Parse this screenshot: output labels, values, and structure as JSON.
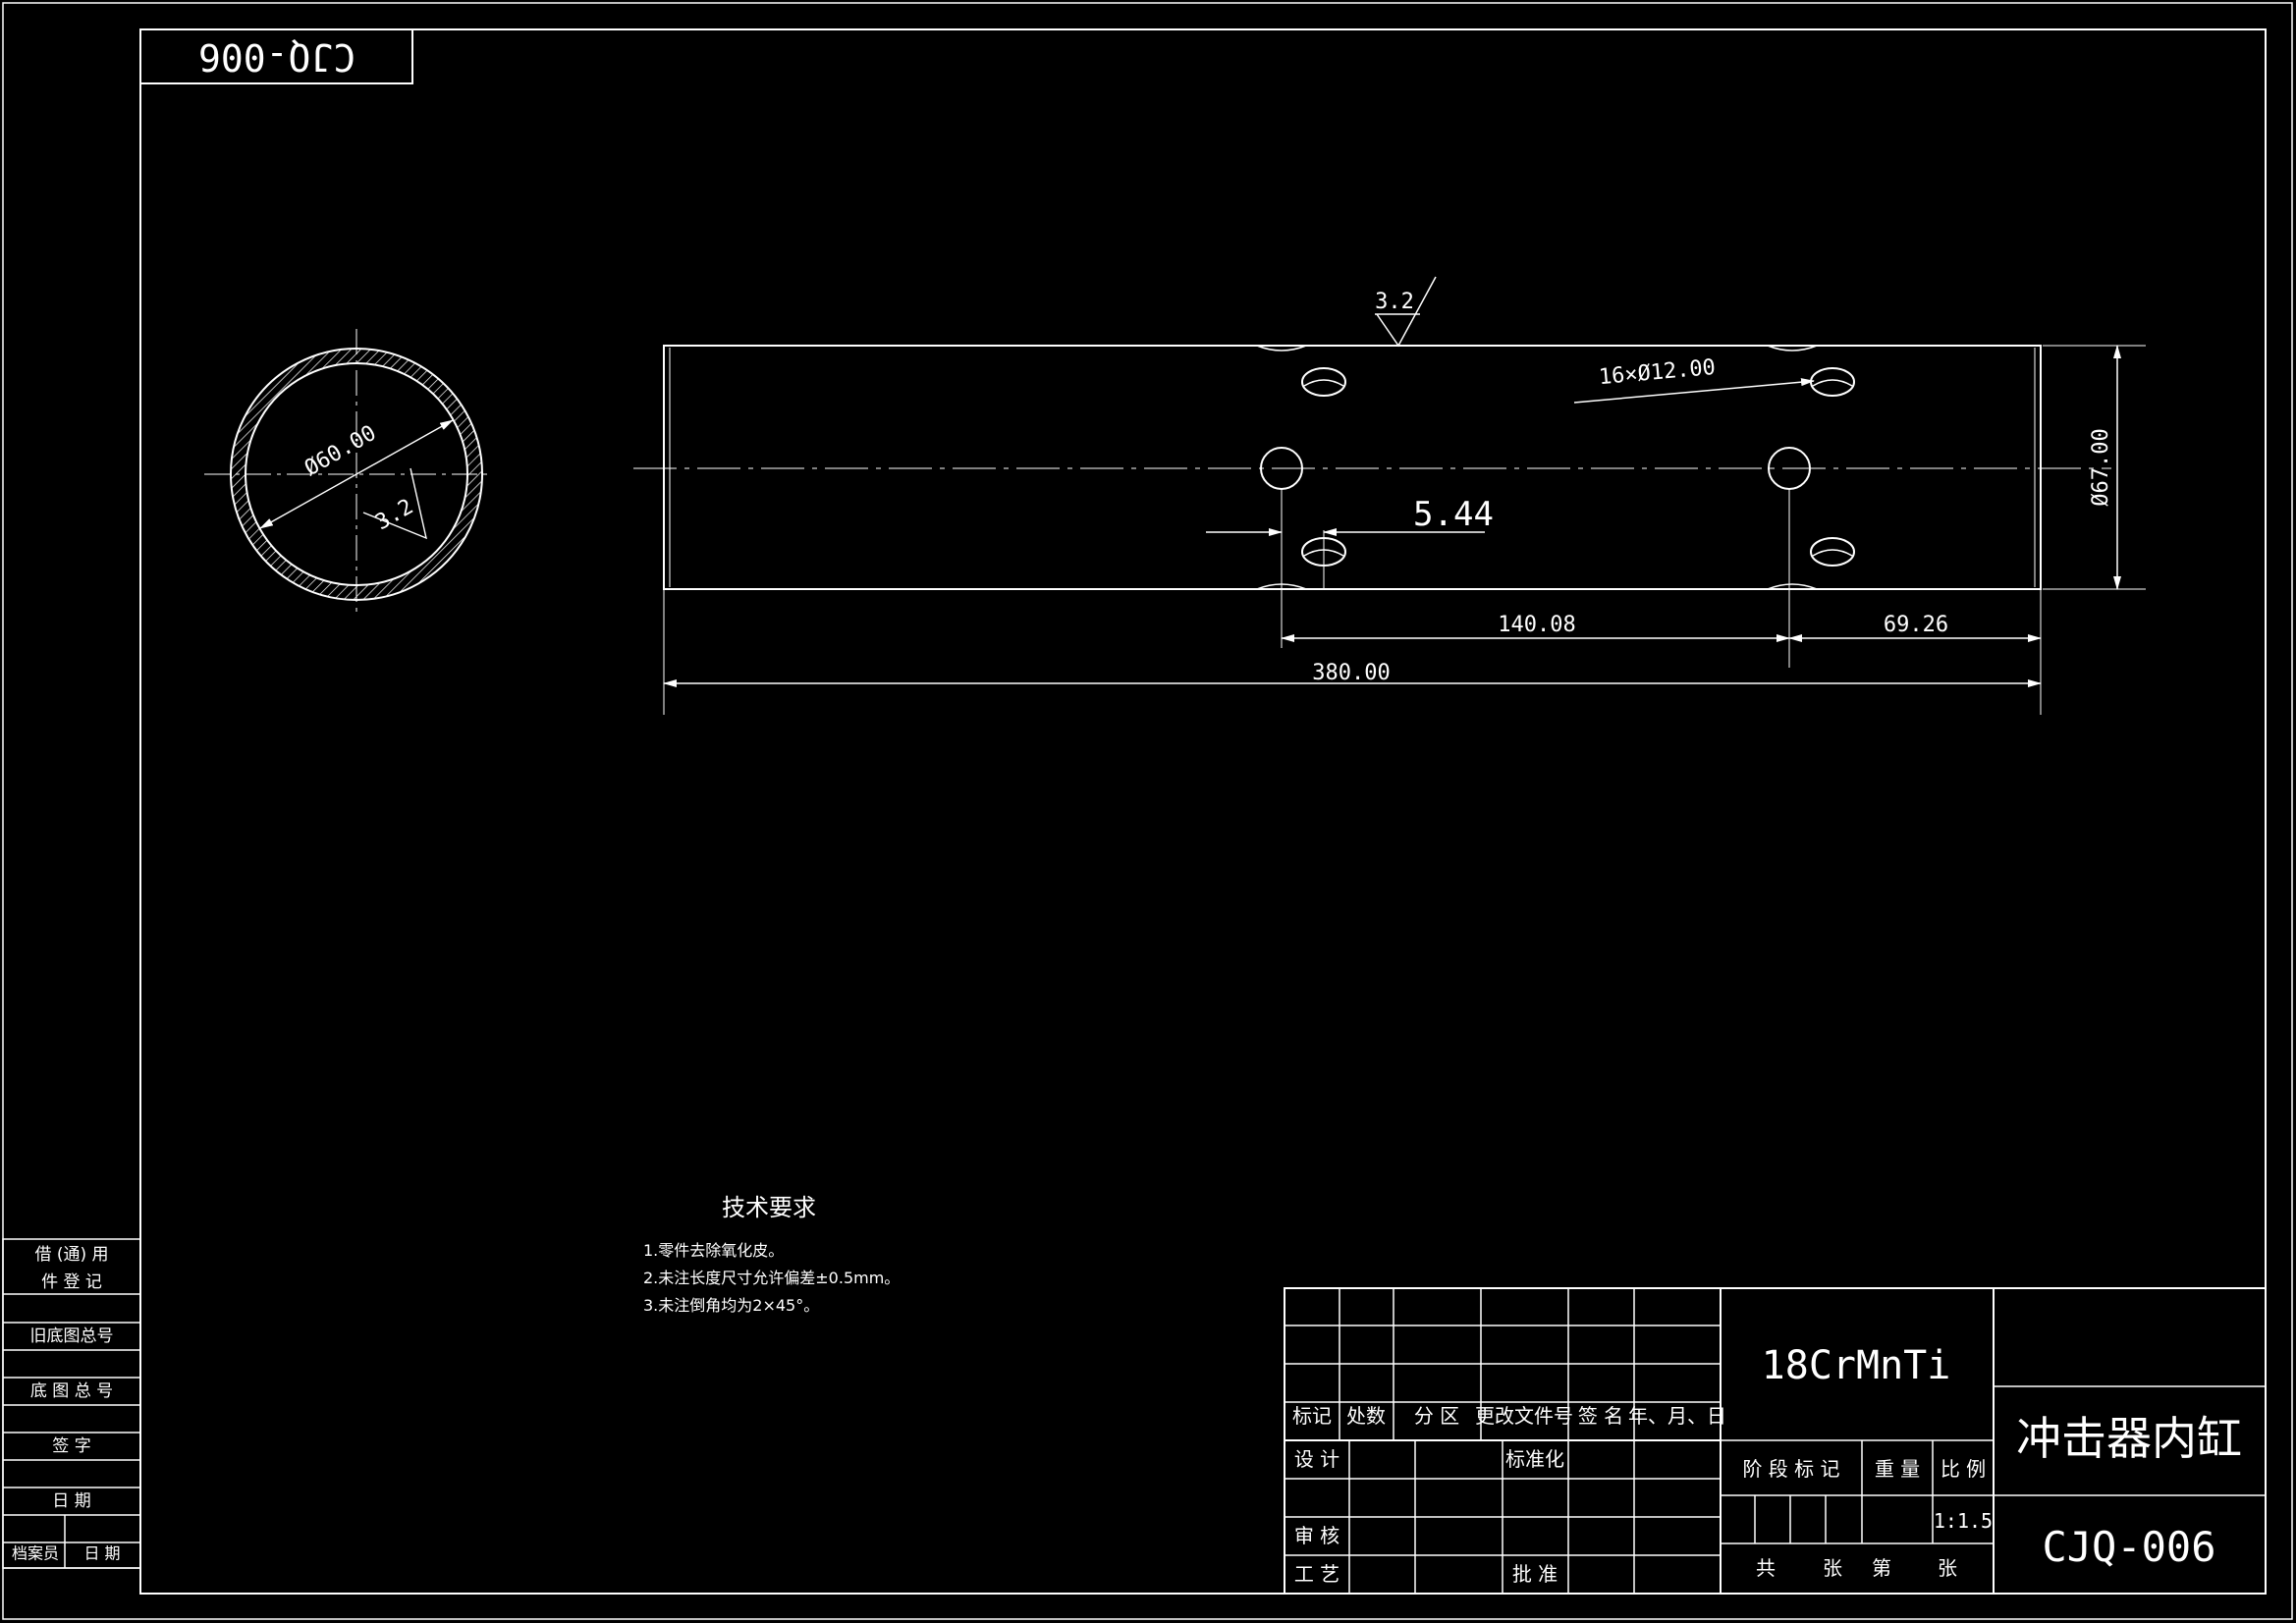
{
  "drawing_no_flipped": "CJQ-006",
  "section_view": {
    "diameter_label": "Ø60.00",
    "roughness_label": "3.2"
  },
  "main_view": {
    "roughness_label": "3.2",
    "holes_label": "16×Ø12.00",
    "outer_dia_label": "Ø67.00",
    "offset_label": "5.44",
    "dim_hole_spacing": "140.08",
    "dim_end": "69.26",
    "dim_total": "380.00"
  },
  "tech_req": {
    "title": "技术要求",
    "items": [
      "1.零件去除氧化皮。",
      "2.未注长度尺寸允许偏差±0.5mm。",
      "3.未注倒角均为2×45°。"
    ]
  },
  "left_strip": {
    "borrow_1": "借 (通) 用",
    "borrow_2": "件 登 记",
    "old_drawing": "旧底图总号",
    "base_drawing": "底 图 总 号",
    "signature": "签 字",
    "date": "日 期",
    "archivist": "档案员",
    "archivist_date": "日 期"
  },
  "title_block": {
    "h_mark": "标记",
    "h_count": "处数",
    "h_zone": "分 区",
    "h_change_doc": "更改文件号",
    "h_sign": "签 名",
    "h_date": "年、月、日",
    "design": "设 计",
    "standardize": "标准化",
    "review": "审 核",
    "process": "工 艺",
    "approve": "批 准",
    "stage_mark": "阶 段 标 记",
    "weight": "重 量",
    "scale_label": "比 例",
    "scale_value": "1:1.5",
    "sheets_total": "共",
    "sheets_unit": "张",
    "sheet_no": "第",
    "sheet_unit2": "张",
    "material": "18CrMnTi",
    "part_name": "冲击器内缸",
    "drawing_no": "CJQ-006"
  }
}
